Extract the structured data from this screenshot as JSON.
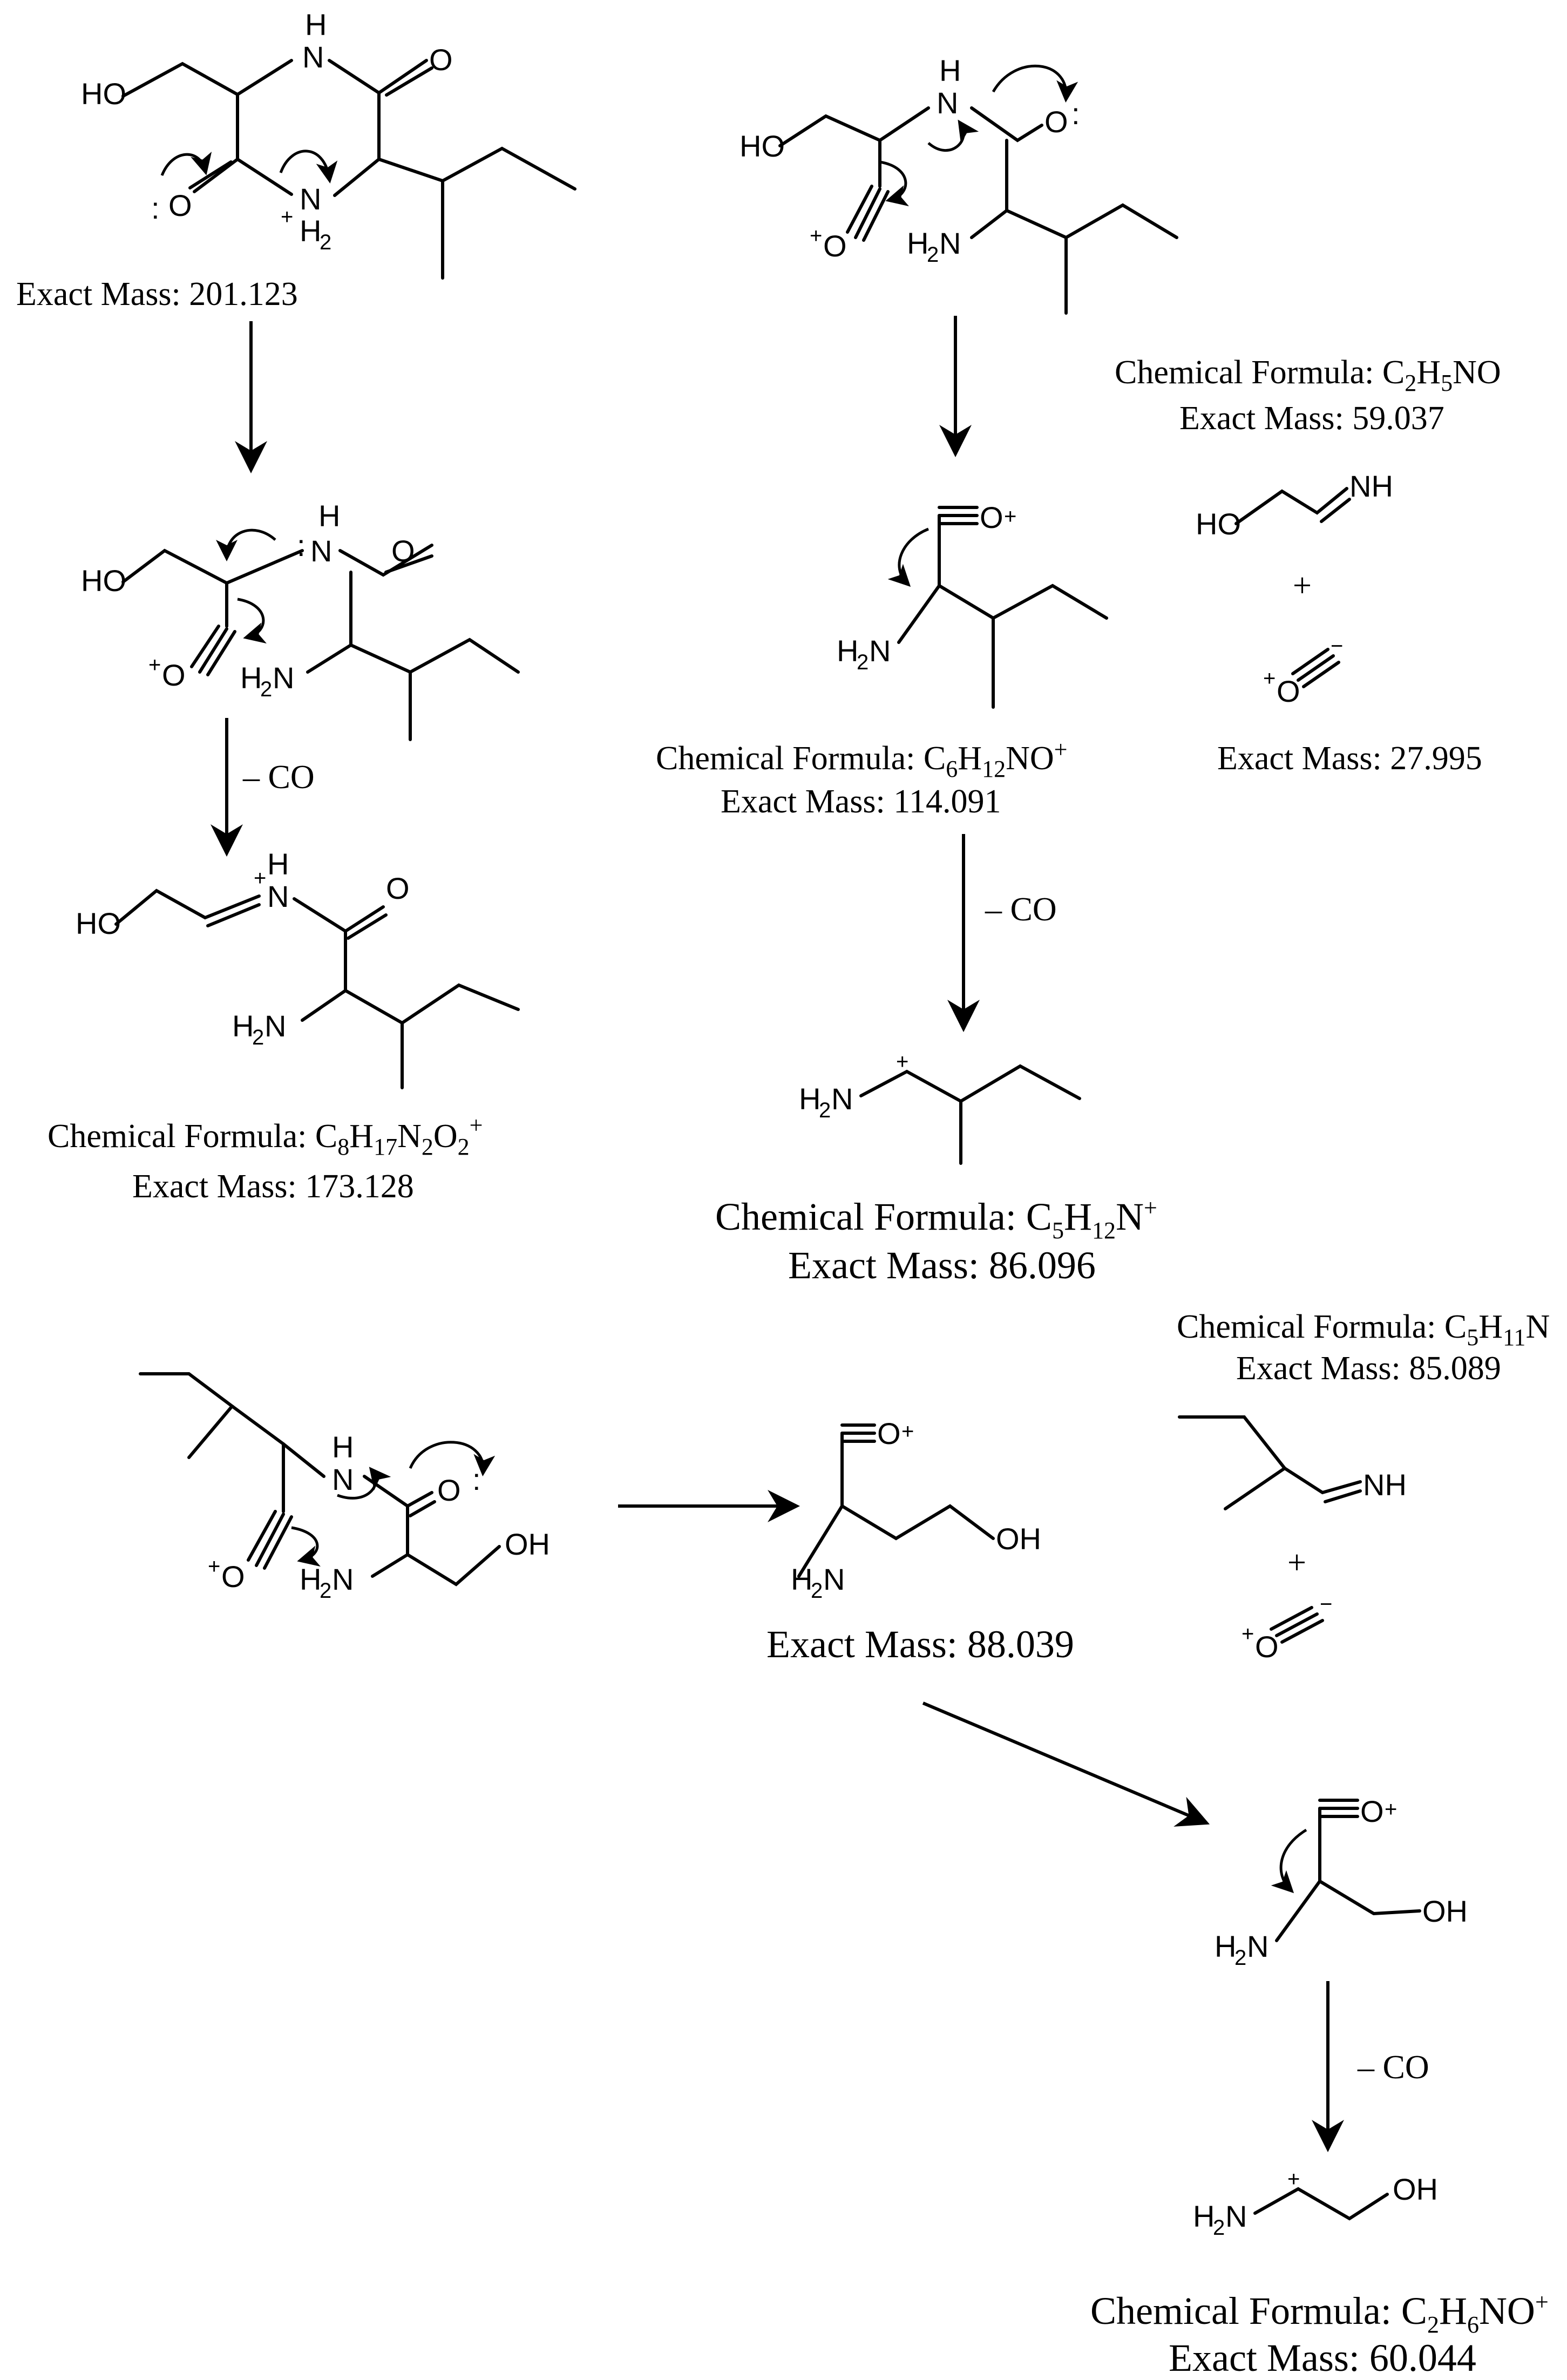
{
  "labels": {
    "HO": "HO",
    "OH": "OH",
    "O": "O",
    "N": "N",
    "H": "H",
    "H2N_H": "H",
    "H2N_N": "N",
    "H2_H": "H",
    "NH": "NH",
    "plus": "+",
    "minus": "−",
    "lone_pair": ":",
    "two": "2",
    "plus_sign": "+"
  },
  "captions": {
    "s1_mass": "Exact Mass: 201.123",
    "s3_formula": "Chemical Formula: C8H17N2O2+",
    "s3_mass": "Exact Mass: 173.128",
    "s4_formula_1": "Chemical Formula: C2H5NO",
    "s4_mass_1": "Exact Mass: 59.037",
    "s5_formula": "Chemical Formula: C6H12NO+",
    "s5_mass": "Exact Mass: 114.091",
    "s4_mass_co": "Exact Mass: 27.995",
    "s6_formula": "Chemical Formula: C5H12N+",
    "s6_mass": "Exact Mass: 86.096",
    "s7_formula": "Chemical Formula: C5H11N",
    "s7_mass": "Exact Mass: 85.089",
    "s8_mass": "Exact Mass: 88.039",
    "s10_formula": "Chemical Formula: C2H6NO+",
    "s10_mass": "Exact Mass: 60.044"
  },
  "formula_parts": {
    "prefix": "Chemical Formula: ",
    "s3": [
      "C",
      "8",
      "H",
      "17",
      "N",
      "2",
      "O",
      "2",
      "+"
    ],
    "s4": [
      "C",
      "2",
      "H",
      "5",
      "NO"
    ],
    "s5": [
      "C",
      "6",
      "H",
      "12",
      "NO",
      "+"
    ],
    "s6": [
      "C",
      "5",
      "H",
      "12",
      "N",
      "+"
    ],
    "s7": [
      "C",
      "5",
      "H",
      "11",
      "N"
    ],
    "s10": [
      "C",
      "2",
      "H",
      "6",
      "NO",
      "+"
    ]
  },
  "arrow_labels": {
    "minus_co": "– CO",
    "plus_between": "+"
  }
}
